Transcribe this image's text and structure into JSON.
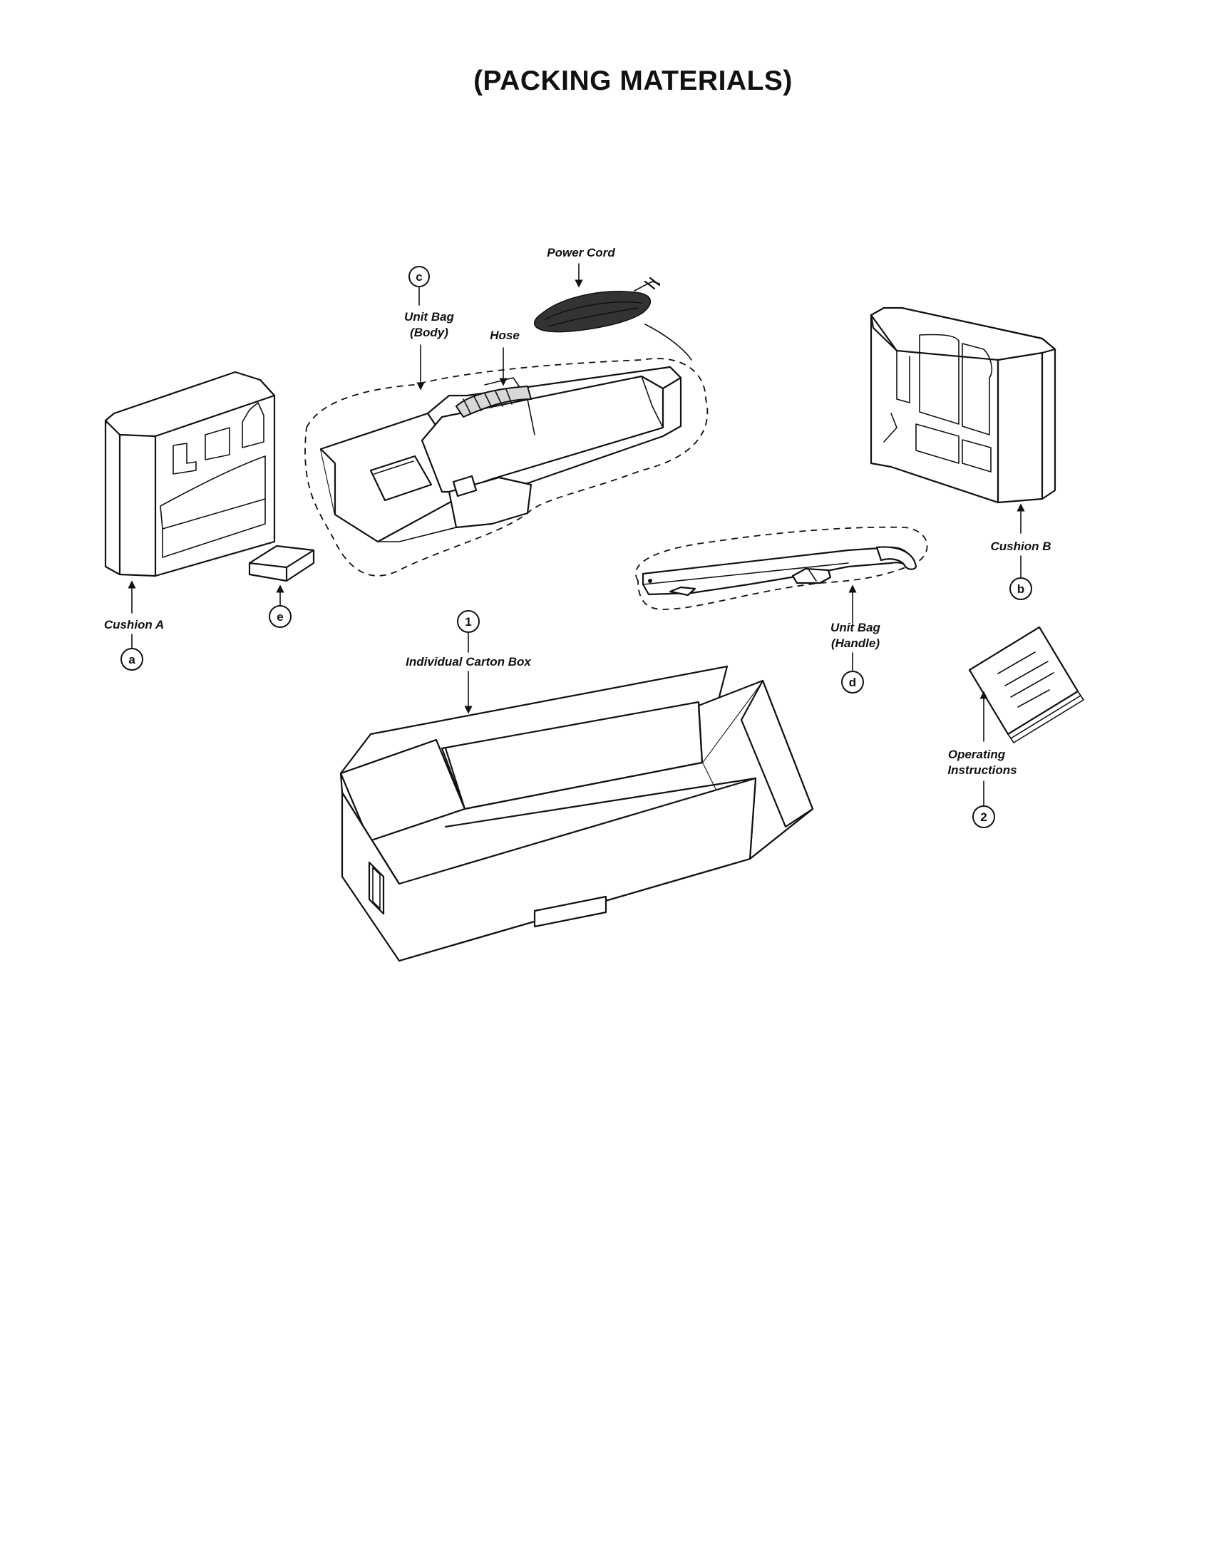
{
  "title": "(PACKING MATERIALS)",
  "labels": {
    "power_cord": "Power Cord",
    "unit_bag_body_1": "Unit Bag",
    "unit_bag_body_2": "(Body)",
    "hose": "Hose",
    "cushion_a": "Cushion A",
    "cushion_b": "Cushion B",
    "individual_carton_box": "Individual Carton Box",
    "unit_bag_handle_1": "Unit Bag",
    "unit_bag_handle_2": "(Handle)",
    "operating_instructions_1": "Operating",
    "operating_instructions_2": "Instructions"
  },
  "callouts": {
    "a": "a",
    "b": "b",
    "c": "c",
    "d": "d",
    "e": "e",
    "n1": "1",
    "n2": "2"
  }
}
